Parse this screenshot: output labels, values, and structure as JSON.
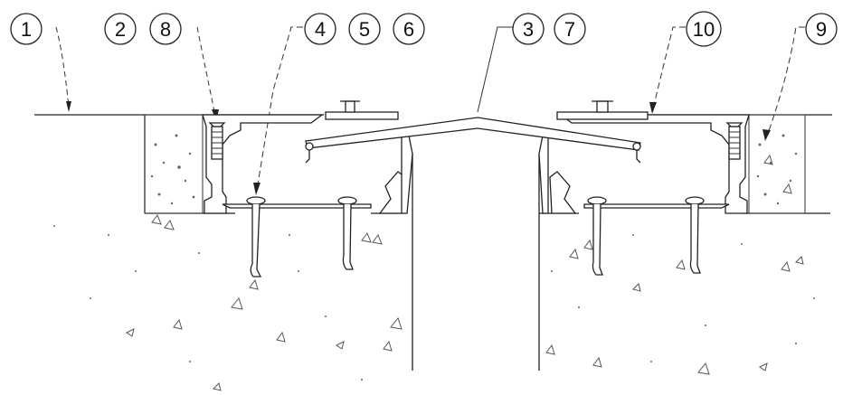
{
  "callouts": [
    {
      "id": "c1",
      "label": "1"
    },
    {
      "id": "c2",
      "label": "2"
    },
    {
      "id": "c8",
      "label": "8"
    },
    {
      "id": "c4",
      "label": "4"
    },
    {
      "id": "c5",
      "label": "5"
    },
    {
      "id": "c6",
      "label": "6"
    },
    {
      "id": "c3",
      "label": "3"
    },
    {
      "id": "c7",
      "label": "7"
    },
    {
      "id": "c10",
      "label": "10"
    },
    {
      "id": "c9",
      "label": "9"
    }
  ],
  "colors": {
    "line": "#222222",
    "background": "#ffffff"
  }
}
